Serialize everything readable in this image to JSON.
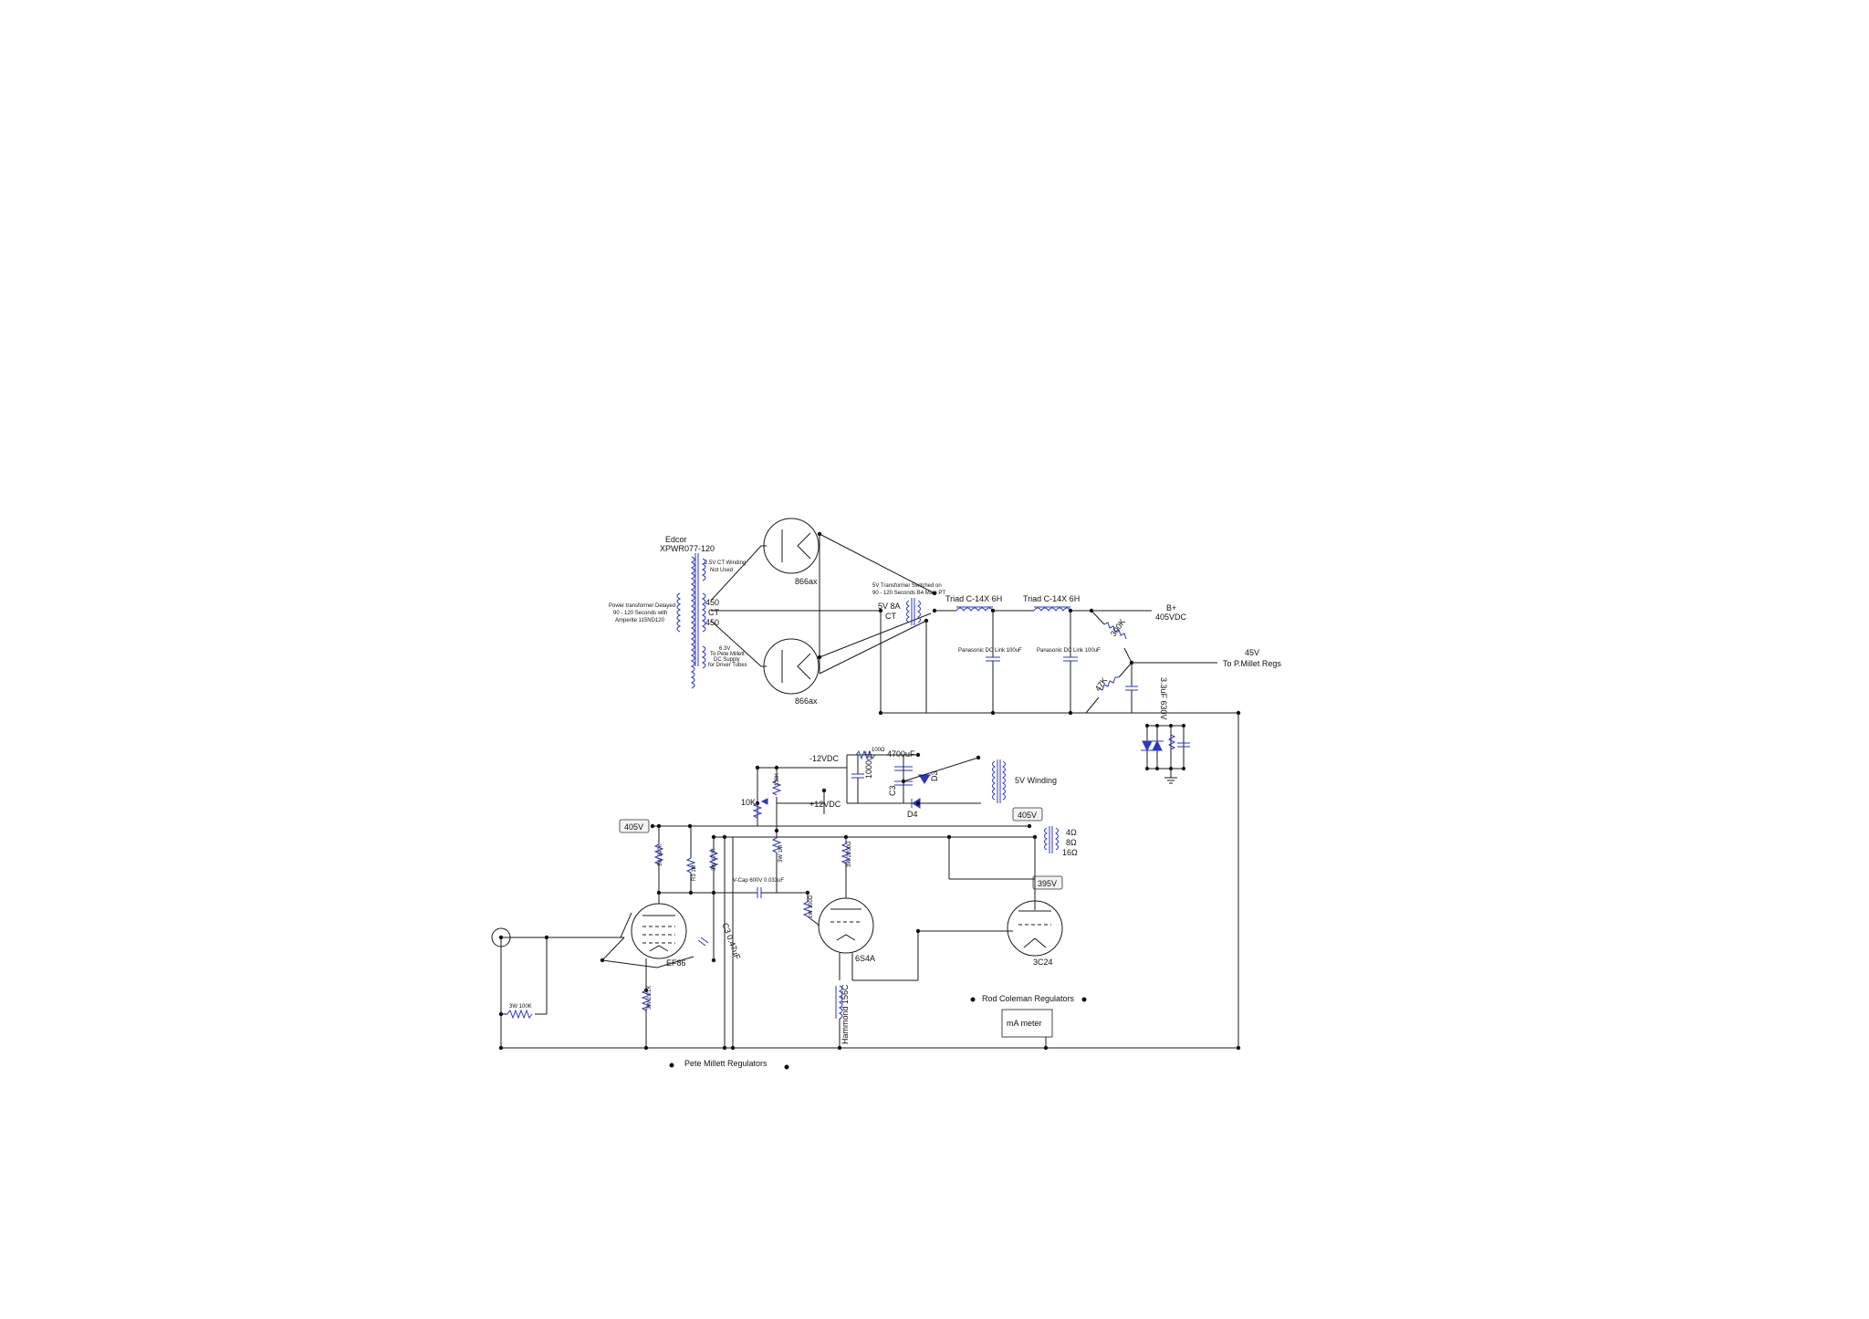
{
  "power_supply": {
    "transformer_name": "Edcor",
    "transformer_model": "XPWR077-120",
    "winding_25v": "2.5V CT Winding",
    "winding_25v_note": "Not Used",
    "delay_note_1": "Power transformer Delayed",
    "delay_note_2": "90 - 120 Seconds with",
    "delay_note_3": "Amperite 115ND120",
    "tap_top": "450",
    "tap_ct": "CT",
    "tap_bottom": "450",
    "winding_63v_1": "6.3V",
    "winding_63v_2": "To Pete Millett",
    "winding_63v_3": "DC Supply",
    "winding_63v_4": "for Driver Tubes",
    "rectifier_top": "866ax",
    "rectifier_bottom": "866ax",
    "fil_xfmr_note_1": "5V Transformer Switched on",
    "fil_xfmr_note_2": "90 - 120 Seconds B4 Main PT",
    "fil_5v": "5V 8A",
    "fil_ct": "CT",
    "choke_1": "Triad C-14X 6H",
    "choke_2": "Triad C-14X 6H",
    "cap_1": "Panasonic DC Link 100uF",
    "cap_2": "Panasonic DC Link 100uF",
    "bplus": "B+",
    "bplus_v": "405VDC",
    "res_1": "300K",
    "res_2": "47K",
    "cap_3": "3.3uF 630V",
    "out_45v": "45V",
    "out_45v_note": "To P.Millet Regs"
  },
  "filament_supply": {
    "minus12": "-12VDC",
    "plus12": "+12VDC",
    "res_100": "100Ω",
    "cap_4700": "4700uF",
    "cap_1000": "1000uF",
    "c3": "C3",
    "d3": "D3",
    "d4": "D4",
    "pot": "10K",
    "res_130k": "130K",
    "winding_5v": "5V Winding"
  },
  "amplifier": {
    "tag_405_left": "405V",
    "tag_405_right": "405V",
    "tag_395": "395V",
    "out_4": "4Ω",
    "out_8": "8Ω",
    "out_16": "16Ω",
    "r_390k": "3W 390K",
    "r_1m_a": "R3 1M",
    "r_470k": "3W 470K",
    "r_1m_b": "3W 1M",
    "r_2200": "3W 2200Ω",
    "r_100": "1W 100Ω",
    "r_2k": "3W 2.21K",
    "r_100k": "3W 100K",
    "vcap": "V-Cap 600V 0.033uF",
    "c3_047": "C3 0.47uF",
    "tube_1": "EF86",
    "tube_2": "6S4A",
    "tube_3": "3C24",
    "choke": "Hammond 156C",
    "rod_regs": "Rod Coleman Regulators",
    "ma_meter": "mA meter",
    "pete_regs": "Pete Millett Regulators"
  },
  "colors": {
    "component": "#2b36c8",
    "wire": "#1a1a1a",
    "diode": "#2b36c8"
  }
}
